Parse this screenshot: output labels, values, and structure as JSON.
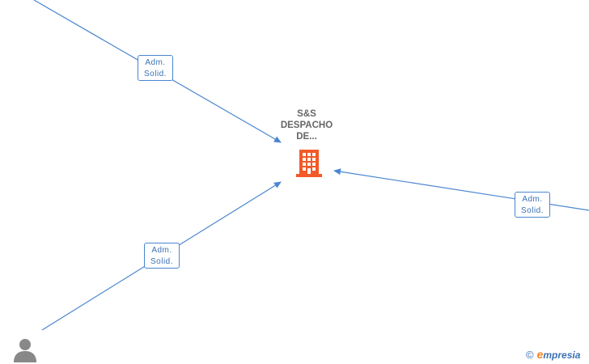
{
  "company": {
    "name_lines": [
      "S&S",
      "DESPACHO",
      "DE..."
    ],
    "icon": "building-icon",
    "icon_color": "#f25a29"
  },
  "relations": [
    {
      "role_line1": "Adm.",
      "role_line2": "Solid."
    },
    {
      "role_line1": "Adm.",
      "role_line2": "Solid."
    },
    {
      "role_line1": "Adm.",
      "role_line2": "Solid."
    }
  ],
  "person": {
    "icon": "person-icon",
    "icon_color": "#888888"
  },
  "watermark": {
    "copyright": "©",
    "brand_initial": "e",
    "brand_rest": "mpresia"
  },
  "colors": {
    "edge": "#4a86d0",
    "label_text": "#666666"
  }
}
